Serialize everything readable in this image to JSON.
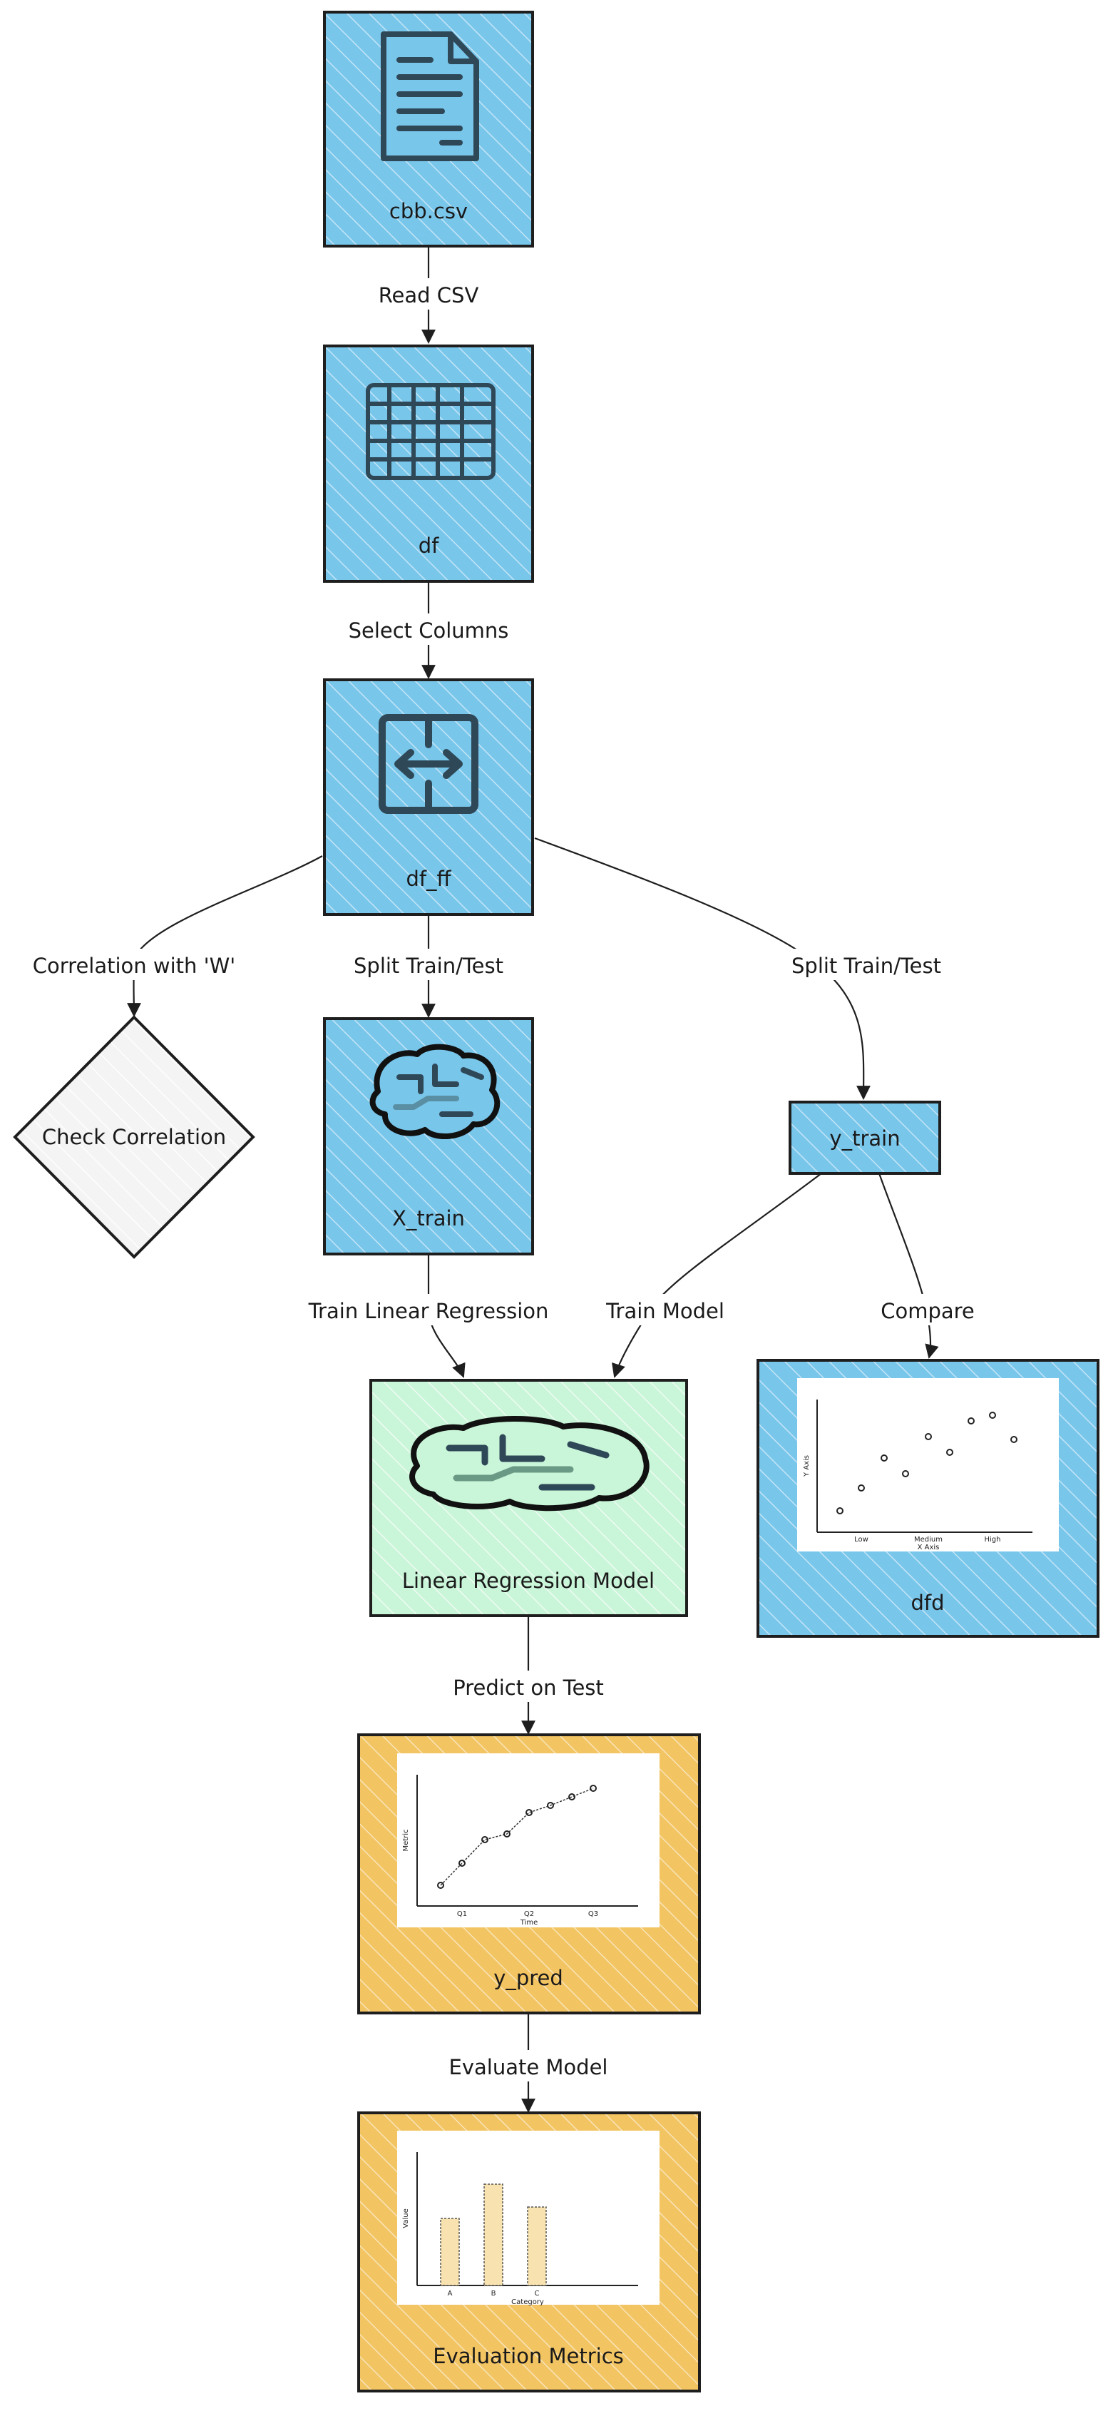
{
  "colors": {
    "blue": "#79c6eb",
    "green": "#c9f5d8",
    "orange": "#f2c462",
    "gray": "#f4f4f4",
    "stroke": "#1e1e1e",
    "icon": "#2f4858"
  },
  "nodes": {
    "cbb_csv": {
      "label": "cbb.csv",
      "icon": "document-icon"
    },
    "df": {
      "label": "df",
      "icon": "table-icon"
    },
    "df_ff": {
      "label": "df_ff",
      "icon": "split-arrows-icon"
    },
    "check_corr": {
      "label": "Check Correlation"
    },
    "x_train": {
      "label": "X_train",
      "icon": "brain-icon"
    },
    "y_train": {
      "label": "y_train"
    },
    "lr_model": {
      "label": "Linear Regression Model",
      "icon": "brain-icon"
    },
    "dfd": {
      "label": "dfd",
      "icon": "scatter-chart-icon",
      "chart": {
        "xlabel": "X Axis",
        "ylabel": "Y Axis",
        "ticks": [
          "Low",
          "Medium",
          "High"
        ]
      }
    },
    "y_pred": {
      "label": "y_pred",
      "icon": "line-chart-icon",
      "chart": {
        "xlabel": "Time",
        "ylabel": "Metric",
        "ticks": [
          "Q1",
          "Q2",
          "Q3"
        ]
      }
    },
    "eval_metrics": {
      "label": "Evaluation Metrics",
      "icon": "bar-chart-icon",
      "chart": {
        "xlabel": "Category",
        "ylabel": "Value",
        "ticks": [
          "A",
          "B",
          "C"
        ]
      }
    }
  },
  "edges": {
    "read_csv": "Read CSV",
    "select_columns": "Select Columns",
    "correlation_w": "Correlation with 'W'",
    "split_x": "Split Train/Test",
    "split_y": "Split Train/Test",
    "train_lr": "Train Linear Regression",
    "train_model": "Train Model",
    "compare": "Compare",
    "predict_test": "Predict on Test",
    "evaluate_model": "Evaluate Model"
  }
}
